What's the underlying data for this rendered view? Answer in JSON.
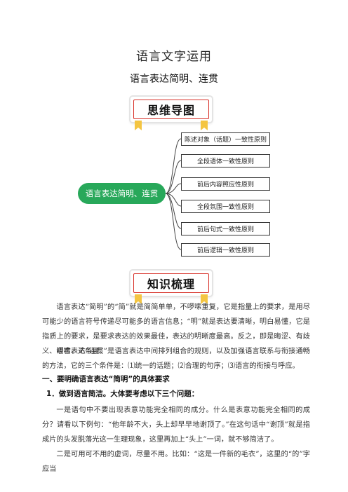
{
  "title": "语言文字运用",
  "subtitle": "语言表达简明、连贯",
  "banner_mindmap": "思维导图",
  "banner_knowledge": "知识梳理",
  "mindmap": {
    "center": "语言表达简明、连贯",
    "branches": [
      "陈述对象（话题）一致性原则",
      "全段语体一致性原则",
      "前后内容照应性原则",
      "全段氛围一致性原则",
      "前后句式一致性原则",
      "前后逻辑一致性原则"
    ],
    "branch_color": "#444444",
    "center_color": "#28a85a"
  },
  "content": {
    "p1": "语言表达“简明”的“简”就是简简单单，不啰嗦重复，它是指量上的要求，是用尽可能少的语言符号传递尽可能多的语言信息；“明”就是表达要清晰，明白易懂，它是指质上的要求，是要求表达的效果最佳，表达的明晰度最高。反之，即是晦涩、有歧义、啰嗦、无条理。",
    "p2": "语言表达“连贯”是语言表达中间排列组合的规则，以及加强语言联系与衔接通畅的方法，它的三个条件是：⑴统一的话题；⑵合理的句序；⑶语言的衔接与呼应。",
    "h1": "一、要明确语言表达“简明”的具体要求",
    "h2": "1．做到语言简洁。大体要考虑以下三个问题：",
    "p3": "一是语句中不要出现表意功能完全相同的成分。什么是表意功能完全相同的成分？请看以下例句：“他年龄不大，头上却早早地谢顶了。”在这句话中“谢顶”就是指成片的头发脱落光这一生理现象，这里再加上“头上”一词，就不够简洁了。",
    "p4": "二是可用可不用的虚词，尽量不用。比如：“这是一件新的毛衣”，这里的“的”字应当"
  }
}
